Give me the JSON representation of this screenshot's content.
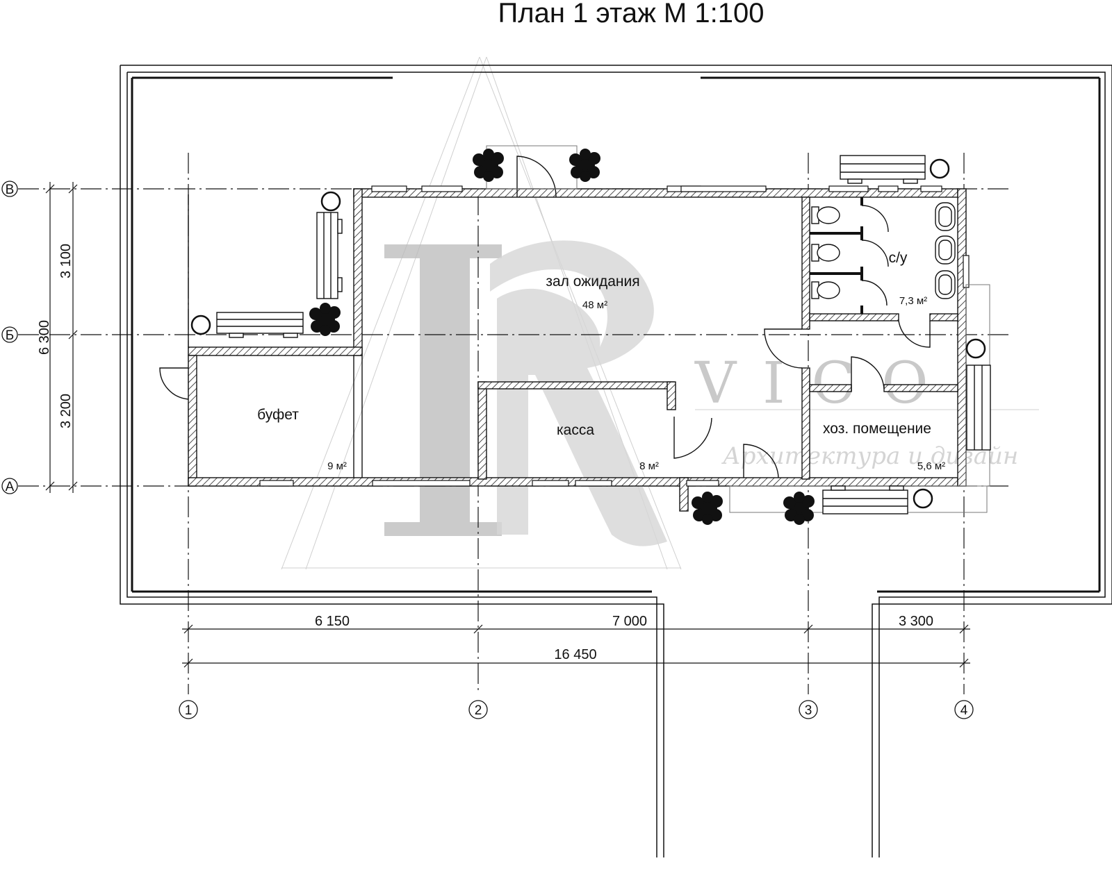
{
  "title": "План 1 этаж М 1:100",
  "rooms": {
    "waiting_hall": {
      "name": "зал ожидания",
      "area": "48 м²"
    },
    "buffet": {
      "name": "буфет",
      "area": "9 м²"
    },
    "cashier": {
      "name": "касса",
      "area": "8 м²"
    },
    "wc": {
      "name": "с/у",
      "area": "7,3 м²"
    },
    "utility": {
      "name": "хоз. помещение",
      "area": "5,6 м²"
    }
  },
  "axes": {
    "horizontal": [
      "В",
      "Б",
      "А"
    ],
    "vertical": [
      "1",
      "2",
      "3",
      "4"
    ]
  },
  "dimensions": {
    "vertical_total": "6 300",
    "vertical_upper": "3 100",
    "vertical_lower": "3 200",
    "horizontal_1_2": "6 150",
    "horizontal_2_3": "7 000",
    "horizontal_3_4": "3 300",
    "horizontal_total": "16 450"
  },
  "watermark": {
    "letters": "VICO",
    "tagline": "Архитектура и дизайн"
  },
  "colors": {
    "line": "#111111",
    "hatch": "#222222",
    "watermark": "#c8c8c8",
    "plant": "#111111"
  }
}
